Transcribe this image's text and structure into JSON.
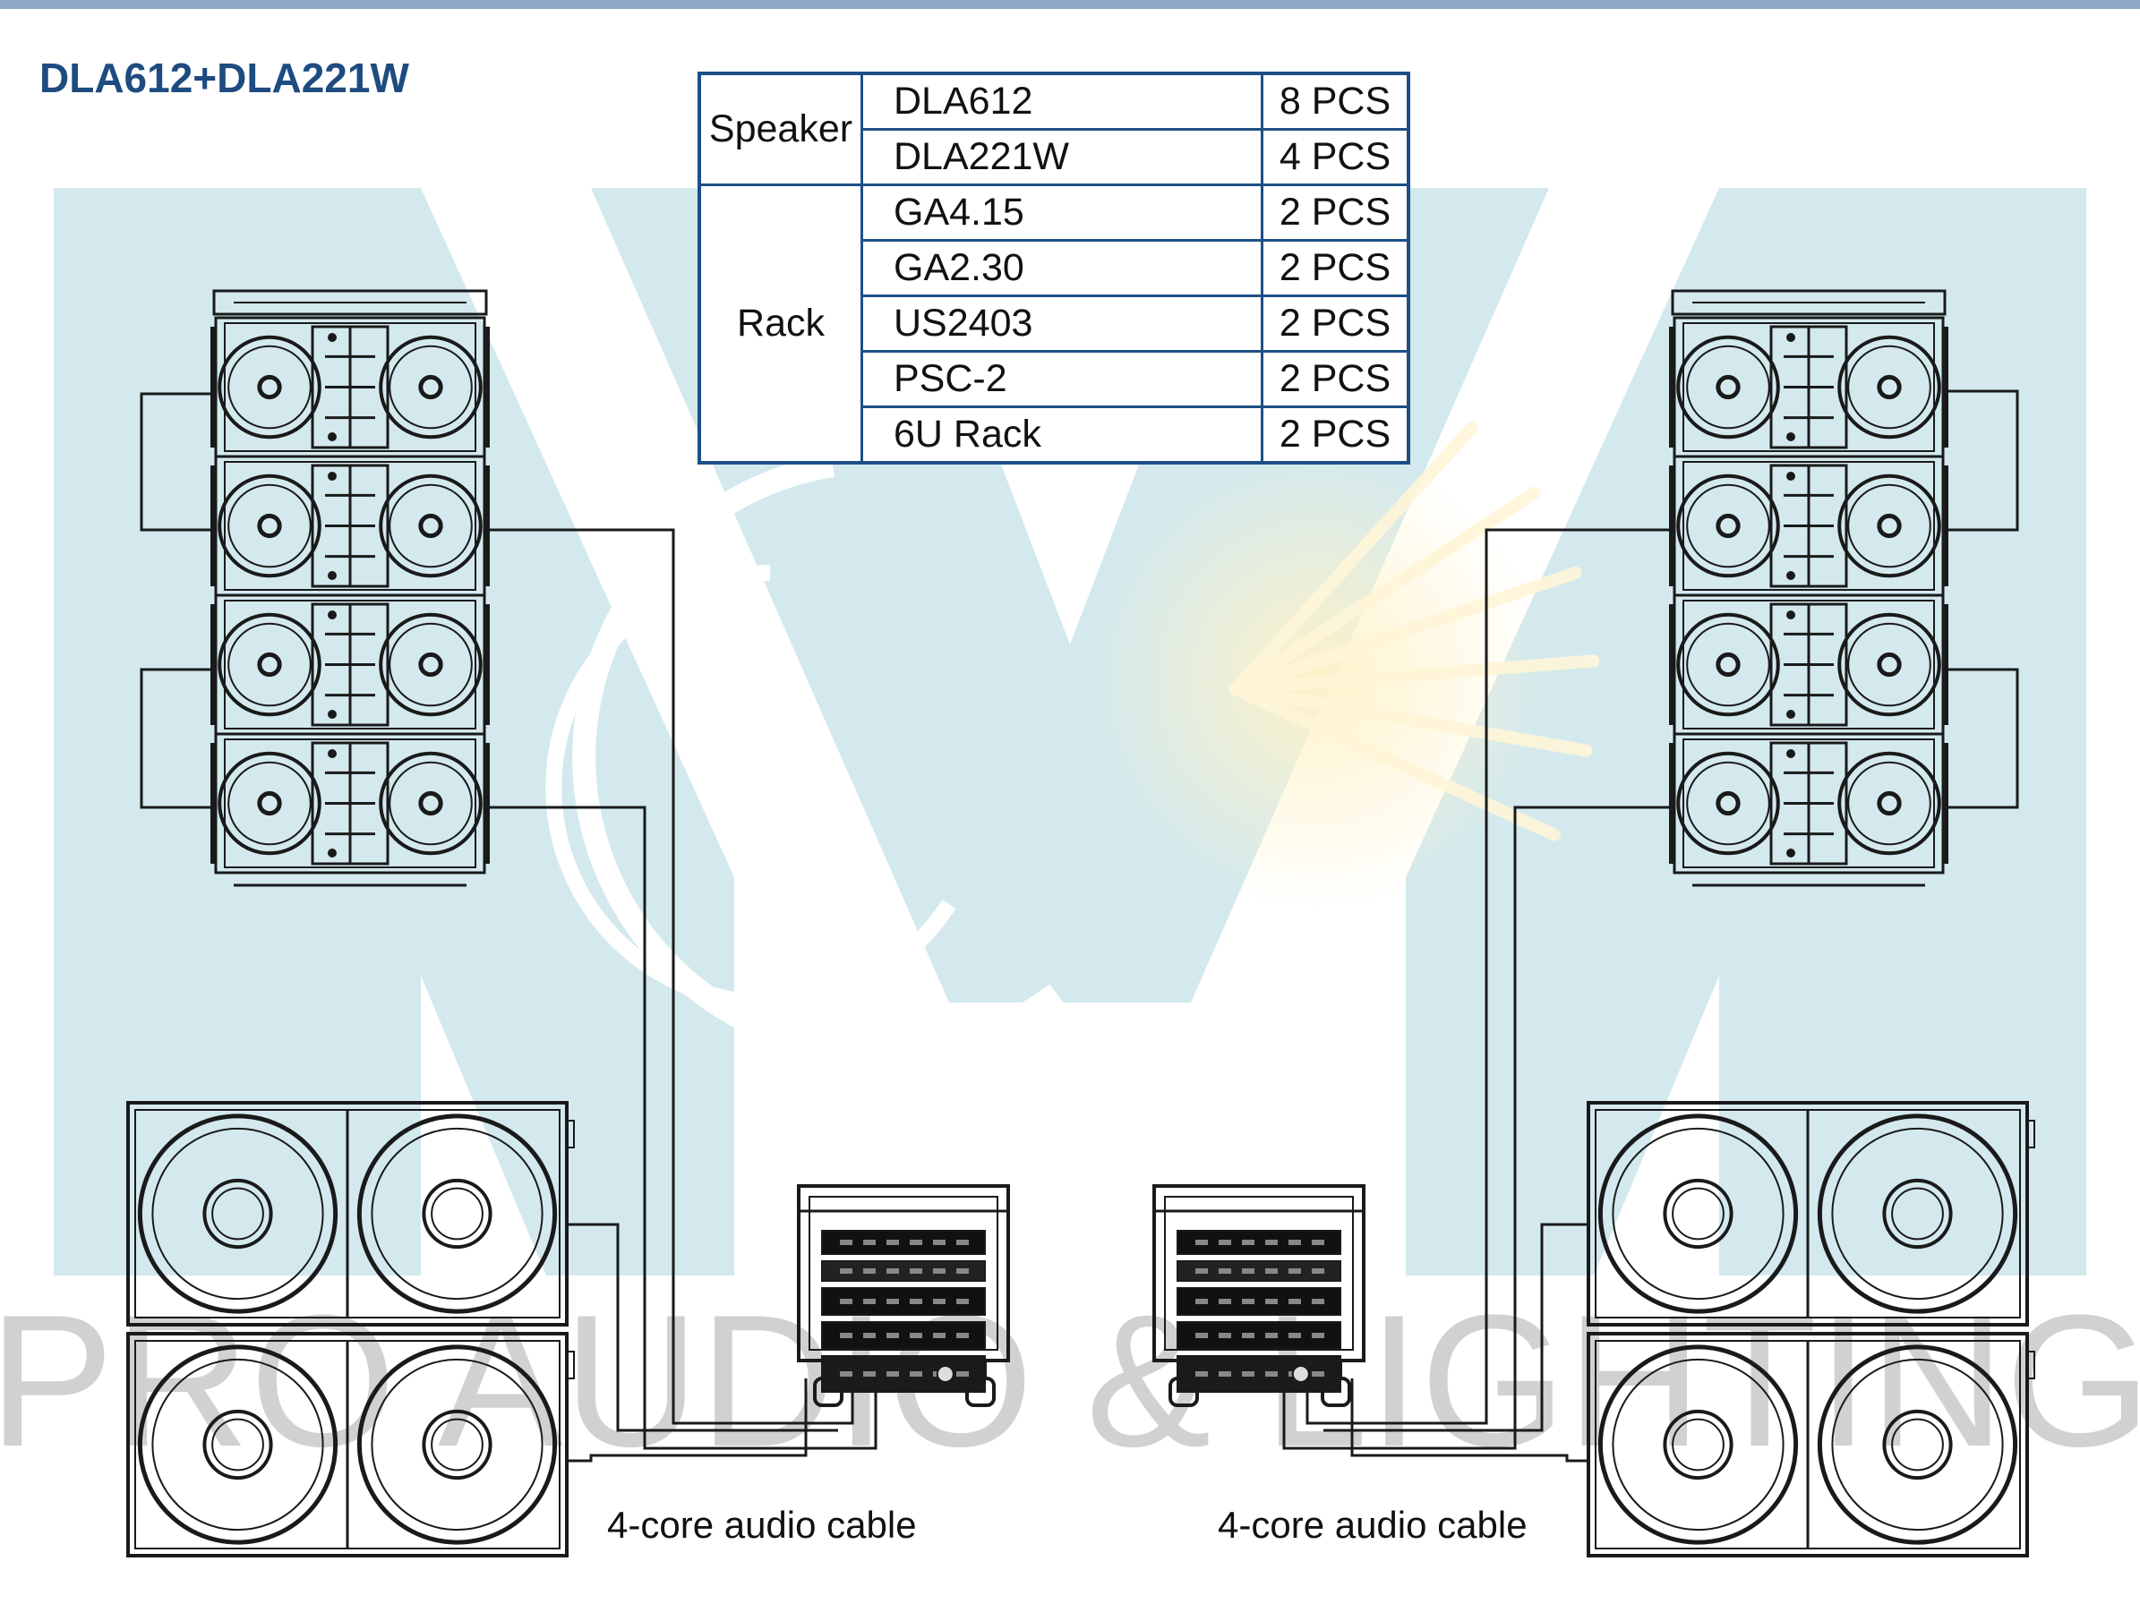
{
  "title": "DLA612+DLA221W",
  "watermark": "PRO AUDIO & LIGHTING",
  "colors": {
    "accent": "#1d4f86",
    "title": "#1e4b80",
    "topbar": "#8fa8c6",
    "watermark_fill": "#d3e9ee",
    "watermark_text": "#c9c9c9",
    "line": "#1a1a1a"
  },
  "bom": {
    "groups": [
      {
        "label": "Speaker",
        "items": [
          {
            "model": "DLA612",
            "qty": "8 PCS"
          },
          {
            "model": "DLA221W",
            "qty": "4 PCS"
          }
        ]
      },
      {
        "label": "Rack",
        "items": [
          {
            "model": "GA4.15",
            "qty": "2 PCS"
          },
          {
            "model": "GA2.30",
            "qty": "2 PCS"
          },
          {
            "model": "US2403",
            "qty": "2 PCS"
          },
          {
            "model": "PSC-2",
            "qty": "2 PCS"
          },
          {
            "model": "6U Rack",
            "qty": "2 PCS"
          }
        ]
      }
    ]
  },
  "cable_labels": {
    "left": "4-core audio cable",
    "right": "4-core audio cable"
  },
  "icons": [
    "line-array-cabinet-icon",
    "subwoofer-icon",
    "amplifier-rack-icon",
    "logo-watermark"
  ]
}
